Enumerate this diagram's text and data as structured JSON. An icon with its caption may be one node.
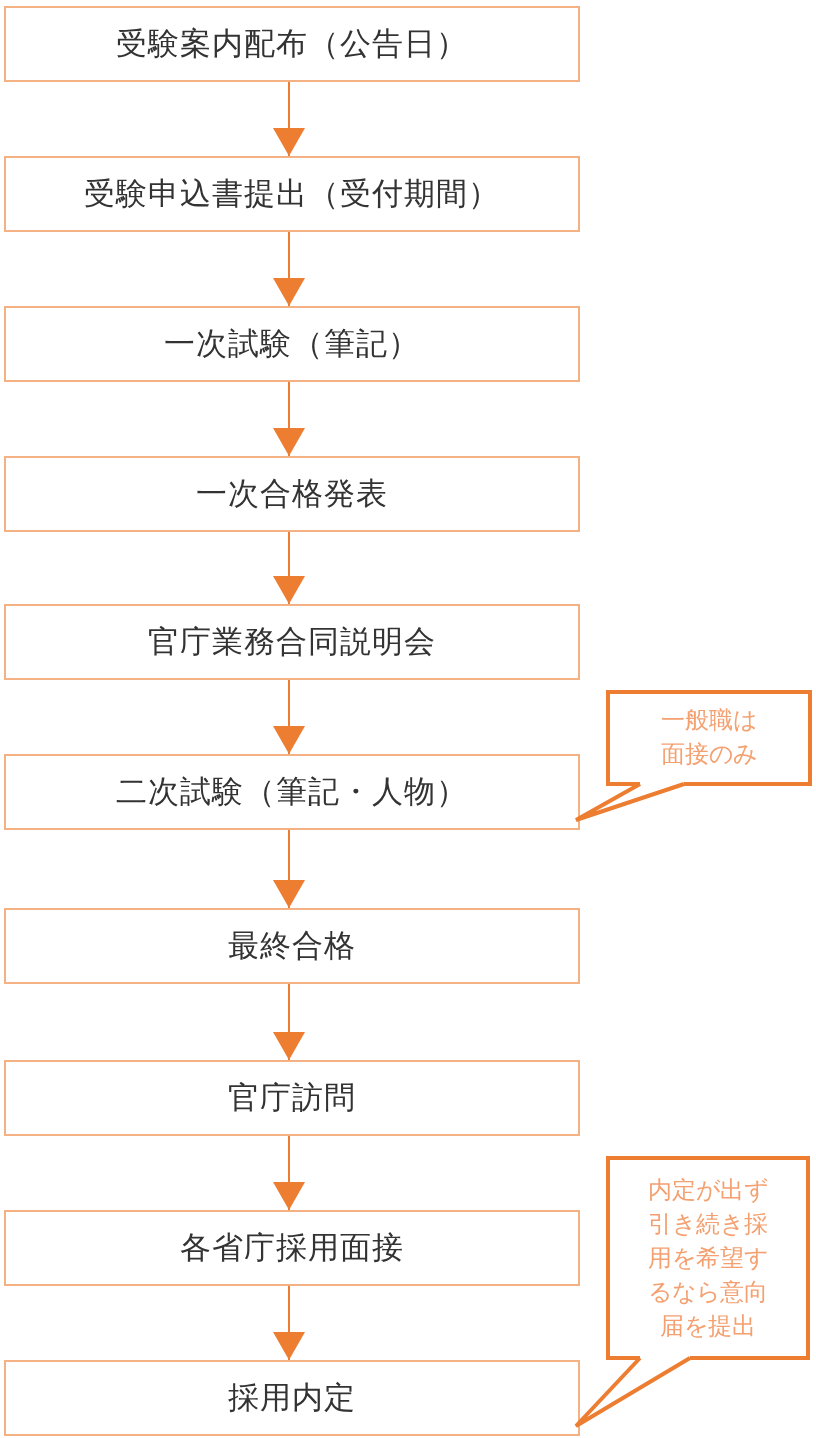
{
  "diagram": {
    "nodes": [
      {
        "text": [
          "受験案内配布（公告日）"
        ]
      },
      {
        "text": [
          "受験申込書提出（受付期間）"
        ]
      },
      {
        "text": [
          "一次試験（筆記）"
        ]
      },
      {
        "text": [
          "一次合格発表"
        ]
      },
      {
        "text": [
          "官庁業務合同説明会"
        ]
      },
      {
        "text": [
          "二次試験（筆記・人物）"
        ]
      },
      {
        "text": [
          "最終合格"
        ]
      },
      {
        "text": [
          "官庁訪問"
        ]
      },
      {
        "text": [
          "各省庁採用面接"
        ]
      },
      {
        "text": [
          "採用内定"
        ]
      },
      {
        "text": [
          "一般職は面接のみ"
        ]
      },
      {
        "text": [
          "内定が出ず引き続き採用を希望するなら意向届を提出"
        ]
      }
    ],
    "edges": [
      {
        "from": 0,
        "to": 1,
        "arrow": "to"
      },
      {
        "from": 1,
        "to": 2,
        "arrow": "to"
      },
      {
        "from": 2,
        "to": 3,
        "arrow": "to"
      },
      {
        "from": 3,
        "to": 4,
        "arrow": "to"
      },
      {
        "from": 4,
        "to": 5,
        "arrow": "to"
      },
      {
        "from": 5,
        "to": 6,
        "arrow": "to"
      },
      {
        "from": 6,
        "to": 7,
        "arrow": "to"
      },
      {
        "from": 7,
        "to": 8,
        "arrow": "to"
      },
      {
        "from": 8,
        "to": 9,
        "arrow": "to"
      },
      {
        "from": 10,
        "to": 5,
        "arrow": "none"
      },
      {
        "from": 11,
        "to": 9,
        "arrow": "none"
      }
    ]
  }
}
